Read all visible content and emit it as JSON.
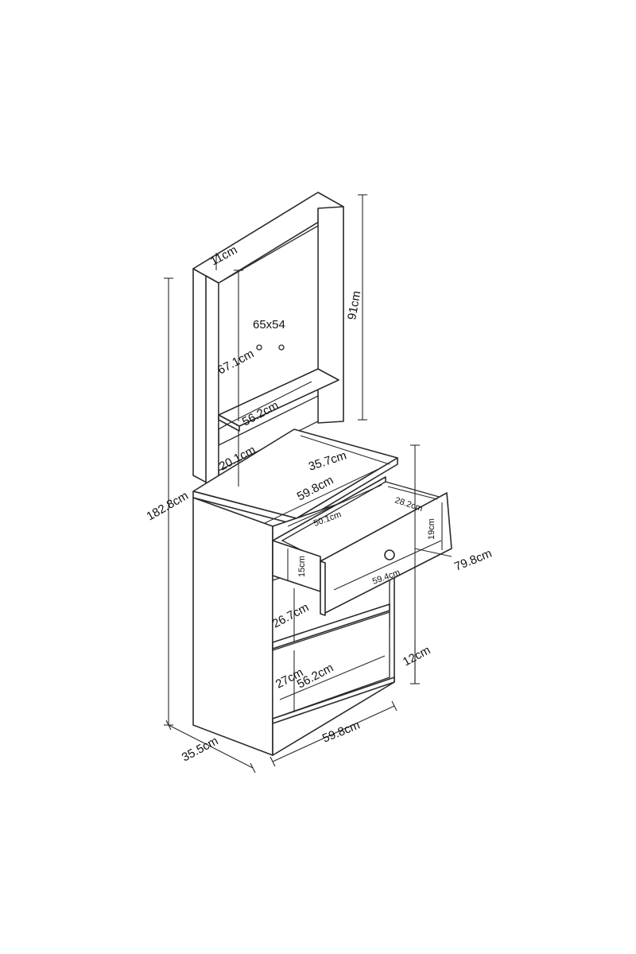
{
  "dimensions": {
    "top_thickness": "11cm",
    "mirror_size": "65x54",
    "mirror_height": "67.1cm",
    "upper_height": "91cm",
    "shelf_width_upper": "56.2cm",
    "shelf_gap": "20.1cm",
    "table_depth": "35.7cm",
    "table_width": "59.8cm",
    "drawer_inner_width": "50.1cm",
    "drawer_inner_depth": "28.2cm",
    "drawer_height": "19cm",
    "drawer_front_width": "59.4cm",
    "drawer_side_height": "15cm",
    "table_height": "79.8cm",
    "total_height": "182.8cm",
    "middle_gap": "26.7cm",
    "plinth_height": "12cm",
    "bottom_gap": "27cm",
    "shelf_width_lower": "56.2cm",
    "base_depth": "35.5cm",
    "base_width": "59.8cm"
  }
}
